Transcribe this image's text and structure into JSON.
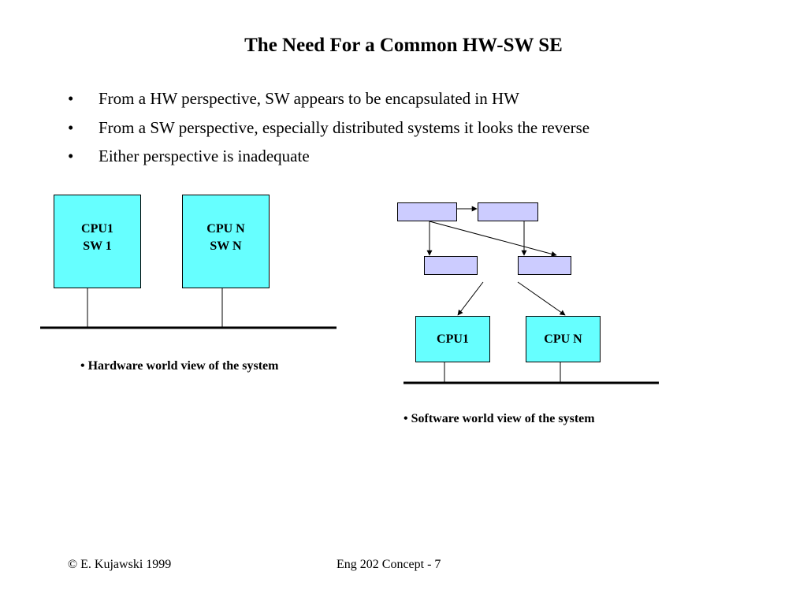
{
  "slide": {
    "title": "The Need For a Common HW-SW SE",
    "bullet_symbol": "•",
    "bullets": [
      "From a HW perspective, SW appears to be encapsulated in HW",
      "From a SW perspective, especially distributed systems it looks the reverse",
      "Either perspective is inadequate"
    ]
  },
  "hardware_view": {
    "boxes": [
      {
        "line1": "CPU1",
        "line2": "SW 1"
      },
      {
        "line1": "CPU N",
        "line2": "SW N"
      }
    ],
    "caption": "• Hardware world view of the system"
  },
  "software_view": {
    "cpus": [
      "CPU1",
      "CPU N"
    ],
    "caption": "• Software world view of the system"
  },
  "footer": {
    "copyright": "© E. Kujawski 1999",
    "page_label": "Eng 202  Concept - 7"
  },
  "colors": {
    "cpu_fill": "#66ffff",
    "sw_component_fill": "#ccccff",
    "line": "#000000"
  }
}
